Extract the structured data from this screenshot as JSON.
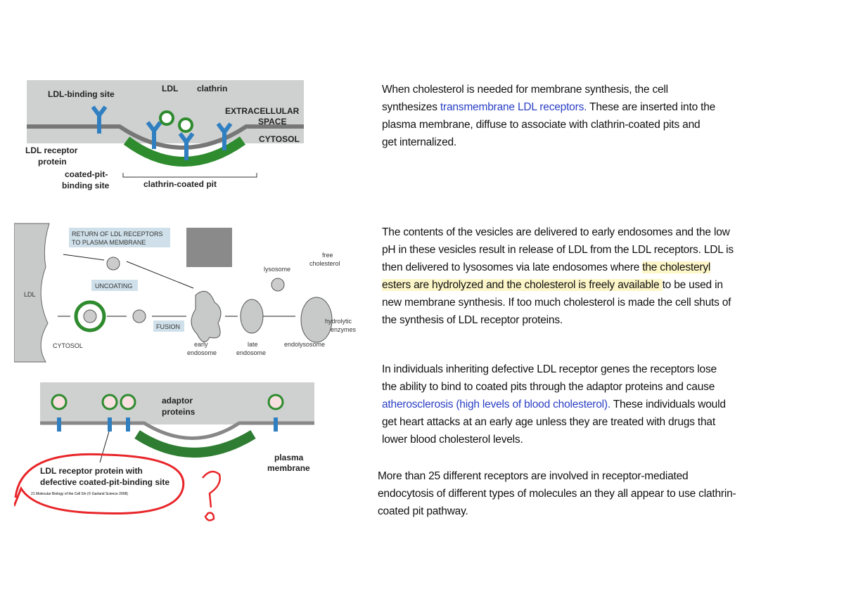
{
  "figure_top": {
    "labels": {
      "ldl_binding_site": "LDL-binding site",
      "ldl": "LDL",
      "clathrin": "clathrin",
      "extracellular": "EXTRACELLULAR",
      "space": "SPACE",
      "cytosol": "CYTOSOL",
      "receptor_1": "LDL receptor",
      "receptor_2": "protein",
      "coated_1": "coated-pit-",
      "coated_2": "binding site",
      "pit": "clathrin-coated pit"
    }
  },
  "figure_middle": {
    "labels": {
      "return_1": "RETURN OF LDL RECEPTORS",
      "return_2": "TO PLASMA MEMBRANE",
      "ldl": "LDL",
      "uncoating": "UNCOATING",
      "fusion": "FUSION",
      "cytosol": "CYTOSOL",
      "early_1": "early",
      "early_2": "endosome",
      "late_1": "late",
      "late_2": "endosome",
      "endolysosome": "endolysosome",
      "lysosome": "lysosome",
      "free_1": "free",
      "free_2": "cholesterol",
      "hydro_1": "hydrolytic",
      "hydro_2": "enzymes"
    }
  },
  "figure_bottom": {
    "labels": {
      "adaptor_1": "adaptor",
      "adaptor_2": "proteins",
      "plasma_1": "plasma",
      "plasma_2": "membrane",
      "defective_1": "LDL receptor protein with",
      "defective_2": "defective coated-pit-binding site",
      "credit": "21 Molecular Biology of the Cell 5/e (© Garland Science 2008)"
    },
    "annotation_color": "#e8262a"
  },
  "colors": {
    "blue_text": "#2a3fc4",
    "highlight": "#fdf6c8"
  },
  "paragraphs": [
    {
      "lines": [
        [
          {
            "t": "When cholesterol is needed for membrane synthesis, the cell"
          }
        ],
        [
          {
            "t": "synthesizes "
          },
          {
            "t": "transmembrane LDL receptors.",
            "s": "blue"
          },
          {
            "t": " These are inserted into the"
          }
        ],
        [
          {
            "t": "plasma membrane, diffuse to associate with clathrin-coated pits and"
          }
        ],
        [
          {
            "t": "get internalized."
          }
        ]
      ]
    },
    {
      "lines": [
        [
          {
            "t": "The contents of the vesicles are delivered to early endosomes and the low"
          }
        ],
        [
          {
            "t": "pH in these vesicles result in release of LDL from the LDL receptors. LDL is"
          }
        ],
        [
          {
            "t": "then delivered to lysosomes via late endosomes where "
          },
          {
            "t": " the cholesteryl ",
            "s": "hl"
          }
        ],
        [
          {
            "t": "esters are hydrolyzed and the cholesterol is freely available ",
            "s": "hl"
          },
          {
            "t": " to be used in"
          }
        ],
        [
          {
            "t": "new membrane synthesis. If too much cholesterol is made the cell shuts of"
          }
        ],
        [
          {
            "t": "the synthesis of LDL receptor proteins."
          }
        ]
      ]
    },
    {
      "lines": [
        [
          {
            "t": "In individuals inheriting defective LDL receptor genes the receptors lose"
          }
        ],
        [
          {
            "t": "the ability to bind to coated pits through the adaptor proteins and cause"
          }
        ],
        [
          {
            "t": "atherosclerosis (high levels of blood cholesterol).",
            "s": "blue"
          },
          {
            "t": " These individuals would"
          }
        ],
        [
          {
            "t": "get heart attacks at an early age unless they are treated with drugs that"
          }
        ],
        [
          {
            "t": "lower blood cholesterol levels."
          }
        ]
      ]
    },
    {
      "lines": [
        [
          {
            "t": "More than 25 different receptors are involved in receptor-mediated"
          }
        ],
        [
          {
            "t": "endocytosis of different types of molecules an they all appear to use clathrin-"
          }
        ],
        [
          {
            "t": "coated pit pathway."
          }
        ]
      ]
    }
  ]
}
